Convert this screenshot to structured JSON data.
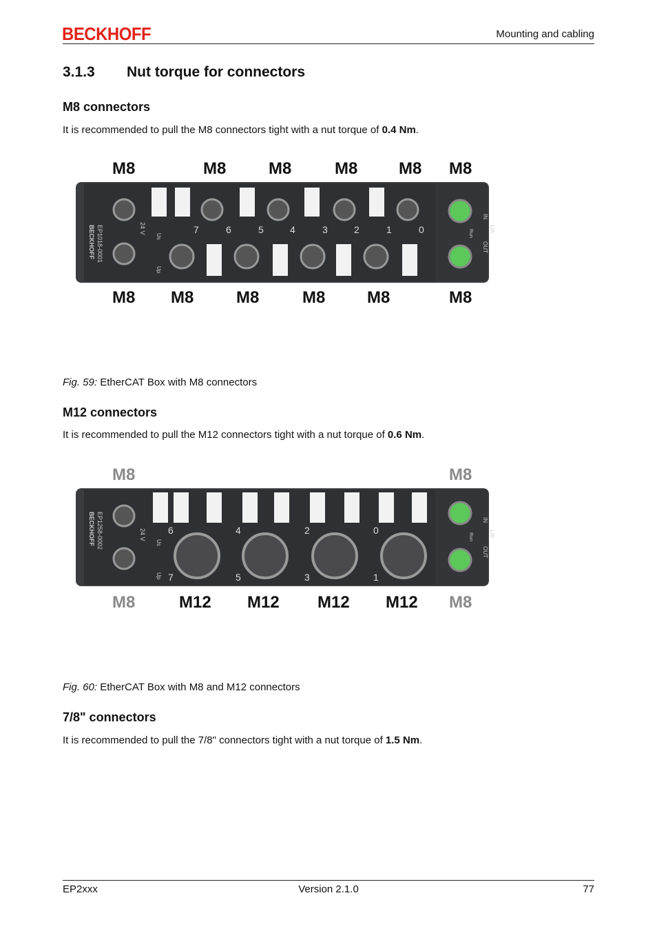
{
  "header": {
    "logo": "BECKHOFF",
    "section_name": "Mounting and cabling"
  },
  "section": {
    "number": "3.1.3",
    "title": "Nut torque for connectors"
  },
  "m8": {
    "heading": "M8 connectors",
    "text_pre": "It is recommended to pull the M8 connectors tight with a nut torque of ",
    "torque": "0.4 Nm",
    "text_post": ".",
    "figure": {
      "caption_prefix": "Fig. 59:",
      "caption_text": " EtherCAT Box with M8 connectors",
      "top_labels": [
        "M8",
        "M8",
        "M8",
        "M8",
        "M8",
        "M8"
      ],
      "bottom_labels": [
        "M8",
        "M8",
        "M8",
        "M8",
        "M8",
        "M8"
      ],
      "device_model": "EP1018-0001",
      "brand": "BECKHOFF",
      "channel_top": [
        "7",
        "6",
        "5",
        "4",
        "3",
        "2",
        "1",
        "0"
      ],
      "supply": "24 V",
      "status": [
        "Us",
        "Up"
      ],
      "ports": [
        "IN",
        "OUT"
      ],
      "link": "L/A",
      "run": "Run"
    }
  },
  "m12": {
    "heading": "M12 connectors",
    "text_pre": "It is recommended to pull the M12 connectors tight with a nut torque of ",
    "torque": "0.6 Nm",
    "text_post": ".",
    "figure": {
      "caption_prefix": "Fig. 60:",
      "caption_text": " EtherCAT Box with M8 and M12 connectors",
      "top_labels": [
        "M8",
        "M8"
      ],
      "bottom_labels": [
        "M8",
        "M12",
        "M12",
        "M12",
        "M12",
        "M8"
      ],
      "device_model": "EP1258-0002",
      "brand": "BECKHOFF",
      "channel_top": [
        "6",
        "4",
        "2",
        "0"
      ],
      "channel_bottom": [
        "7",
        "5",
        "3",
        "1"
      ],
      "supply": "24 V",
      "status": [
        "Us",
        "Up"
      ],
      "ports": [
        "IN",
        "OUT"
      ],
      "link": "L/A",
      "run": "Run"
    }
  },
  "m78": {
    "heading": "7/8\" connectors",
    "text_pre": "It is recommended to pull the 7/8\" connectors tight with a nut torque of ",
    "torque": "1.5 Nm",
    "text_post": "."
  },
  "footer": {
    "left": "EP2xxx",
    "center": "Version 2.1.0",
    "right": "77"
  },
  "colors": {
    "brand_red": "#e2231a",
    "device_body": "#3a3c40",
    "connector_green": "#5cc85a"
  }
}
